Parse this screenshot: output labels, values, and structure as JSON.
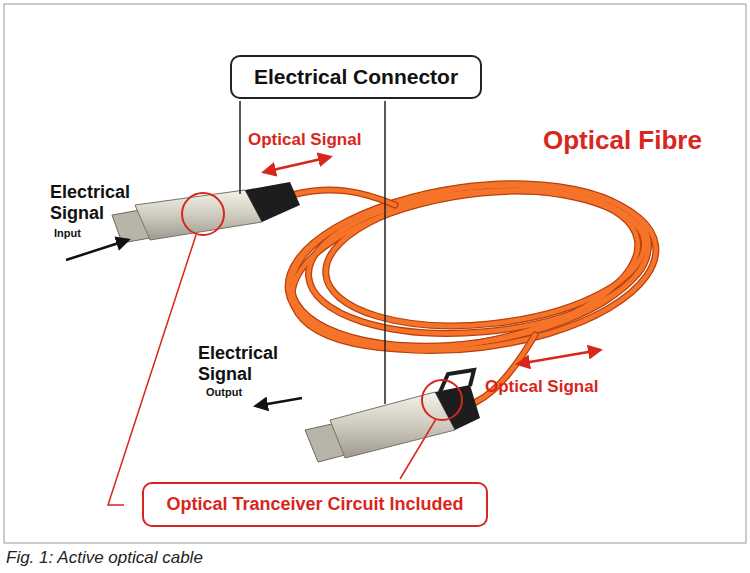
{
  "diagram": {
    "caption": "Fig. 1: Active optical cable",
    "nodes": [
      {
        "text": [
          "Electrical Connector"
        ]
      },
      {
        "text": [
          "Optical Tranceiver Circuit Included"
        ]
      }
    ],
    "labels": [
      "Optical Signal",
      "Optical Fibre",
      "Electrical Signal",
      "Input",
      "Electrical Signal",
      "Output",
      "Optical Signal"
    ]
  }
}
